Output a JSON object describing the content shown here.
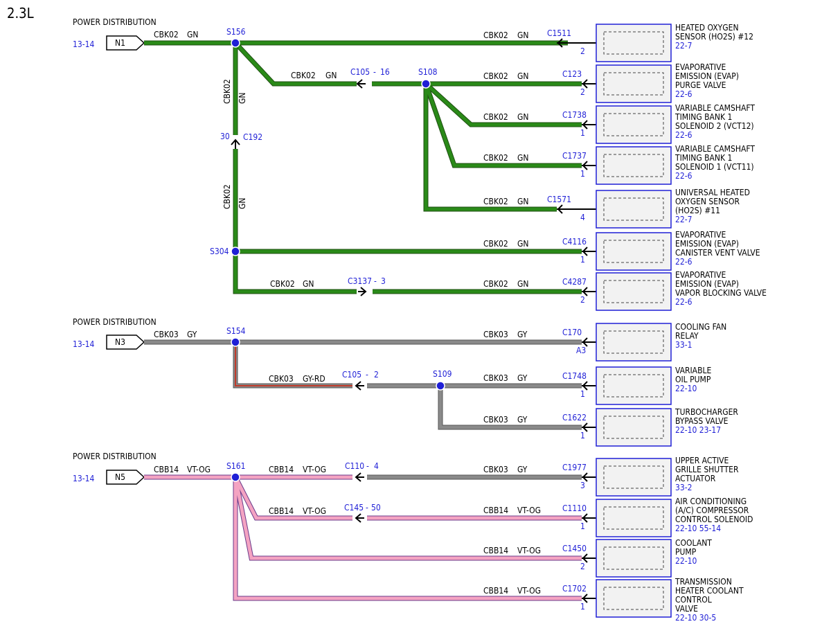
{
  "title": "2.3L",
  "groups": [
    {
      "header": "POWER DISTRIBUTION",
      "page_ref": "13-14",
      "node": "N1",
      "color": "#2a8a18",
      "feed": {
        "circuit": "CBK02",
        "color_code": "GN"
      },
      "splices": [
        "S156",
        "S108",
        "S304"
      ],
      "vertical_circuit": {
        "circuit": "CBK02",
        "color_code": "GN"
      },
      "inline_connector": {
        "pin": "30",
        "label": "C192"
      },
      "branch_connectors": [
        {
          "label": "C105",
          "pin": "16",
          "circuit": "CBK02",
          "color_code": "GN"
        },
        {
          "label": "C3137",
          "pin": "3",
          "circuit": "CBK02",
          "color_code": "GN"
        }
      ],
      "loads": [
        {
          "circuit": "CBK02",
          "color_code": "GN",
          "connector": "C1511",
          "pin": "2",
          "lines": [
            "HEATED OXYGEN",
            "SENSOR (HO2S) #12"
          ],
          "refs": "22-7"
        },
        {
          "circuit": "CBK02",
          "color_code": "GN",
          "connector": "C123",
          "pin": "2",
          "lines": [
            "EVAPORATIVE",
            "EMISSION (EVAP)",
            "PURGE VALVE"
          ],
          "refs": "22-6"
        },
        {
          "circuit": "CBK02",
          "color_code": "GN",
          "connector": "C1738",
          "pin": "1",
          "lines": [
            "VARIABLE CAMSHAFT",
            "TIMING BANK 1",
            "SOLENOID 2 (VCT12)"
          ],
          "refs": "22-6"
        },
        {
          "circuit": "CBK02",
          "color_code": "GN",
          "connector": "C1737",
          "pin": "1",
          "lines": [
            "VARIABLE CAMSHAFT",
            "TIMING BANK 1",
            "SOLENOID 1 (VCT11)"
          ],
          "refs": "22-6"
        },
        {
          "circuit": "CBK02",
          "color_code": "GN",
          "connector": "C1571",
          "pin": "4",
          "lines": [
            "UNIVERSAL HEATED",
            "OXYGEN SENSOR",
            "(HO2S) #11"
          ],
          "refs": "22-7"
        },
        {
          "circuit": "CBK02",
          "color_code": "GN",
          "connector": "C4116",
          "pin": "1",
          "lines": [
            "EVAPORATIVE",
            "EMISSION (EVAP)",
            "CANISTER VENT VALVE"
          ],
          "refs": "22-6"
        },
        {
          "circuit": "CBK02",
          "color_code": "GN",
          "connector": "C4287",
          "pin": "2",
          "lines": [
            "EVAPORATIVE",
            "EMISSION (EVAP)",
            "VAPOR BLOCKING VALVE"
          ],
          "refs": "22-6"
        }
      ]
    },
    {
      "header": "POWER DISTRIBUTION",
      "page_ref": "13-14",
      "node": "N3",
      "color": "#8a8a8a",
      "feed": {
        "circuit": "CBK03",
        "color_code": "GY"
      },
      "splices": [
        "S154",
        "S109"
      ],
      "branch_connectors": [
        {
          "label": "C105",
          "pin": "2",
          "circuit": "CBK03",
          "color_code": "GY-RD"
        }
      ],
      "loads": [
        {
          "circuit": "CBK03",
          "color_code": "GY",
          "connector": "C170",
          "pin": "A3",
          "lines": [
            "COOLING FAN",
            "RELAY"
          ],
          "refs": "33-1"
        },
        {
          "circuit": "CBK03",
          "color_code": "GY",
          "connector": "C1748",
          "pin": "1",
          "lines": [
            "VARIABLE",
            "OIL PUMP"
          ],
          "refs": "22-10"
        },
        {
          "circuit": "CBK03",
          "color_code": "GY",
          "connector": "C1622",
          "pin": "1",
          "lines": [
            "TURBOCHARGER",
            "BYPASS VALVE"
          ],
          "refs": "22-10  23-17"
        }
      ]
    },
    {
      "header": "POWER DISTRIBUTION",
      "page_ref": "13-14",
      "node": "N5",
      "color": "#f4a3c2",
      "feed": {
        "circuit": "CBB14",
        "color_code": "VT-OG"
      },
      "splices": [
        "S161"
      ],
      "branch_connectors": [
        {
          "label": "C110",
          "pin": "4",
          "circuit": "CBB14",
          "color_code": "VT-OG"
        },
        {
          "label": "C145",
          "pin": "50",
          "circuit": "CBB14",
          "color_code": "VT-OG"
        }
      ],
      "loads": [
        {
          "circuit": "CBK03",
          "color_code": "GY",
          "connector": "C1977",
          "pin": "3",
          "lines": [
            "UPPER ACTIVE",
            "GRILLE SHUTTER",
            "ACTUATOR"
          ],
          "refs": "33-2"
        },
        {
          "circuit": "CBB14",
          "color_code": "VT-OG",
          "connector": "C1110",
          "pin": "1",
          "lines": [
            "AIR CONDITIONING",
            "(A/C) COMPRESSOR",
            "CONTROL SOLENOID"
          ],
          "refs": "22-10  55-14"
        },
        {
          "circuit": "CBB14",
          "color_code": "VT-OG",
          "connector": "C1450",
          "pin": "2",
          "lines": [
            "COOLANT",
            "PUMP"
          ],
          "refs": "22-10"
        },
        {
          "circuit": "CBB14",
          "color_code": "VT-OG",
          "connector": "C1702",
          "pin": "1",
          "lines": [
            "TRANSMISSION",
            "HEATER COOLANT",
            "CONTROL",
            "VALVE"
          ],
          "refs": "22-10  30-5"
        }
      ]
    }
  ]
}
